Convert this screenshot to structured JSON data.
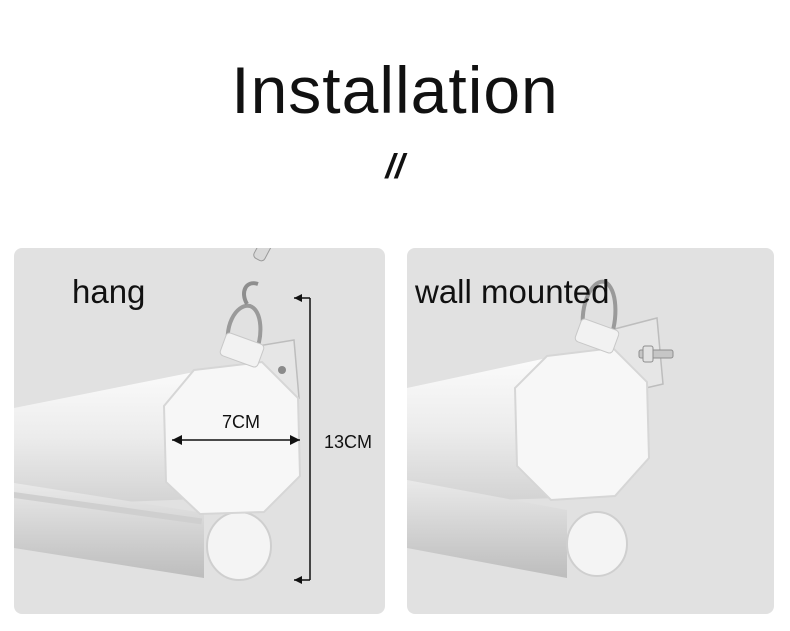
{
  "title": "Installation",
  "divider": "//",
  "panels": {
    "left": {
      "label": "hang",
      "width_label": "7CM",
      "height_label": "13CM"
    },
    "right": {
      "label": "wall mounted"
    }
  }
}
